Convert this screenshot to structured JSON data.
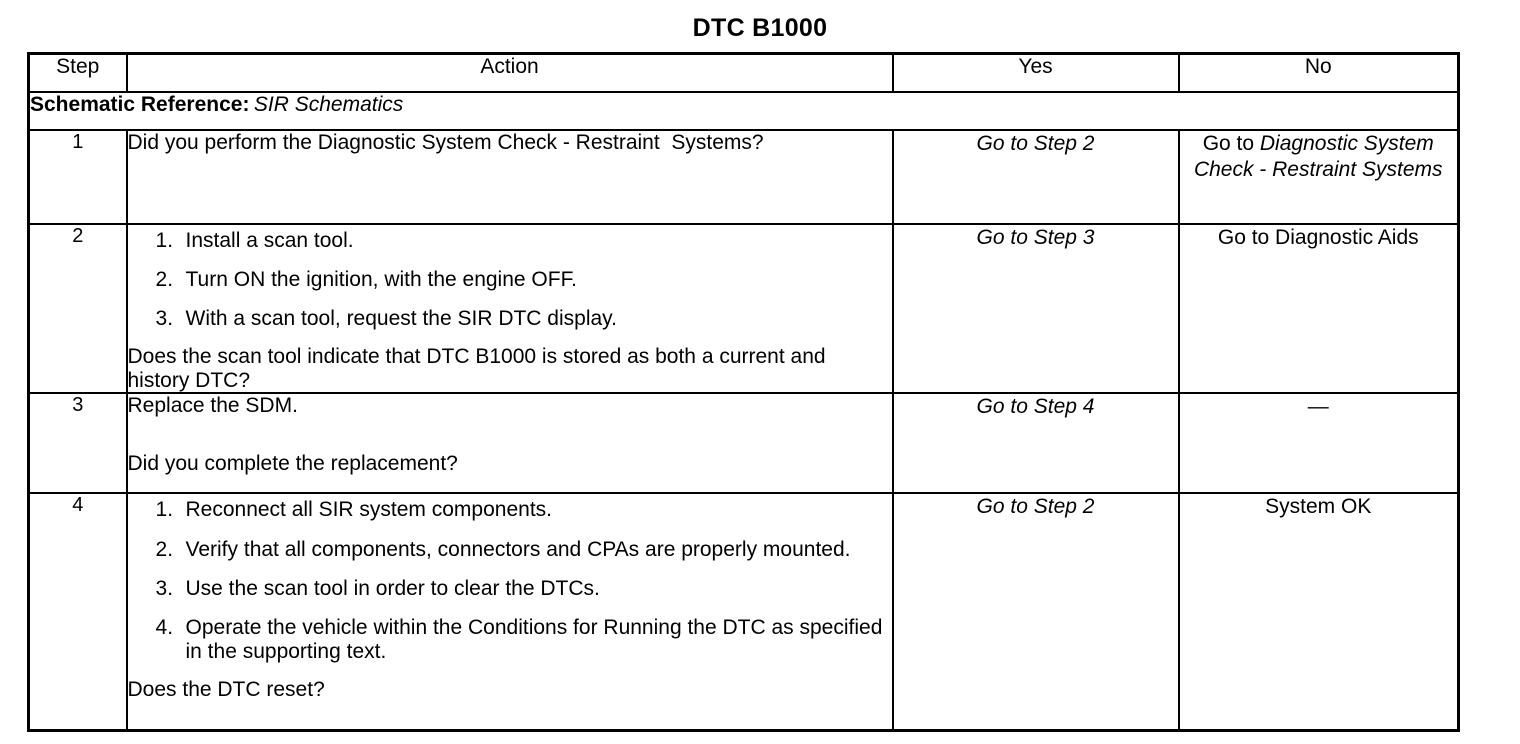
{
  "title": "DTC B1000",
  "table": {
    "columns": [
      "Step",
      "Action",
      "Yes",
      "No"
    ],
    "schematic": {
      "label": "Schematic Reference:",
      "value": "SIR Schematics"
    },
    "rows": [
      {
        "step": "1",
        "action_text": "Did you perform the Diagnostic System Check - Restraint  Systems?",
        "yes": {
          "roman": "",
          "italic": "Go to Step 2"
        },
        "no": {
          "roman": "Go to ",
          "italic": "Diagnostic System Check - Restraint Systems"
        }
      },
      {
        "step": "2",
        "action_items": [
          "Install a scan tool.",
          "Turn ON the ignition, with the engine OFF.",
          "With a scan tool, request the SIR DTC display."
        ],
        "action_trailer": "Does the scan tool indicate that DTC B1000 is stored as both a current and history DTC?",
        "yes": {
          "roman": "",
          "italic": "Go to Step 3"
        },
        "no": {
          "roman": "Go to Diagnostic Aids",
          "italic": ""
        }
      },
      {
        "step": "3",
        "action_text": "Replace the SDM.",
        "action_trailer": "Did you complete the replacement?",
        "yes": {
          "roman": "",
          "italic": "Go to Step 4"
        },
        "no": {
          "roman": "—",
          "italic": ""
        }
      },
      {
        "step": "4",
        "action_items": [
          "Reconnect all SIR system components.",
          "Verify that all components, connectors and CPAs are properly mounted.",
          "Use the scan tool in order to clear the DTCs.",
          "Operate the vehicle within the Conditions for Running the DTC as specified in the supporting text."
        ],
        "action_trailer": "Does the DTC reset?",
        "yes": {
          "roman": "",
          "italic": "Go to Step 2"
        },
        "no": {
          "roman": "System OK",
          "italic": ""
        }
      }
    ]
  }
}
